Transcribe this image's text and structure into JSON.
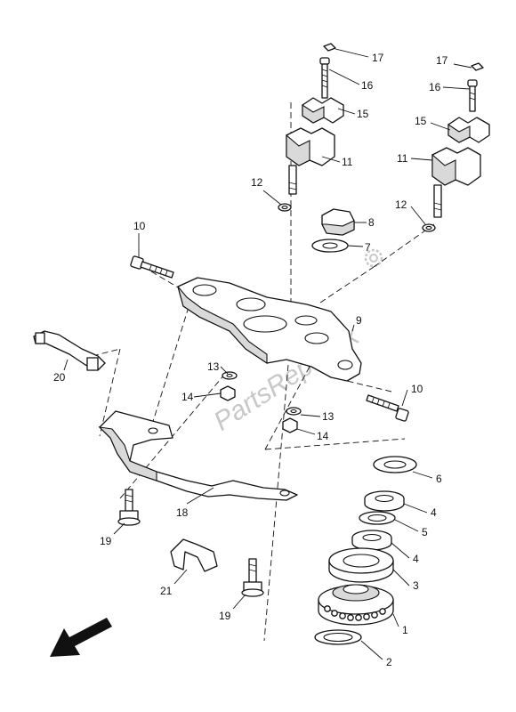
{
  "diagram": {
    "callouts": [
      "17",
      "16",
      "15",
      "11",
      "12",
      "10",
      "8",
      "7",
      "9",
      "13",
      "14",
      "20",
      "18",
      "6",
      "4",
      "5",
      "3",
      "19",
      "21",
      "1",
      "2"
    ],
    "watermark_text": "PartsRepublik",
    "arrow_icon": "direction-arrow-icon",
    "gear_icon": "gear-icon"
  }
}
